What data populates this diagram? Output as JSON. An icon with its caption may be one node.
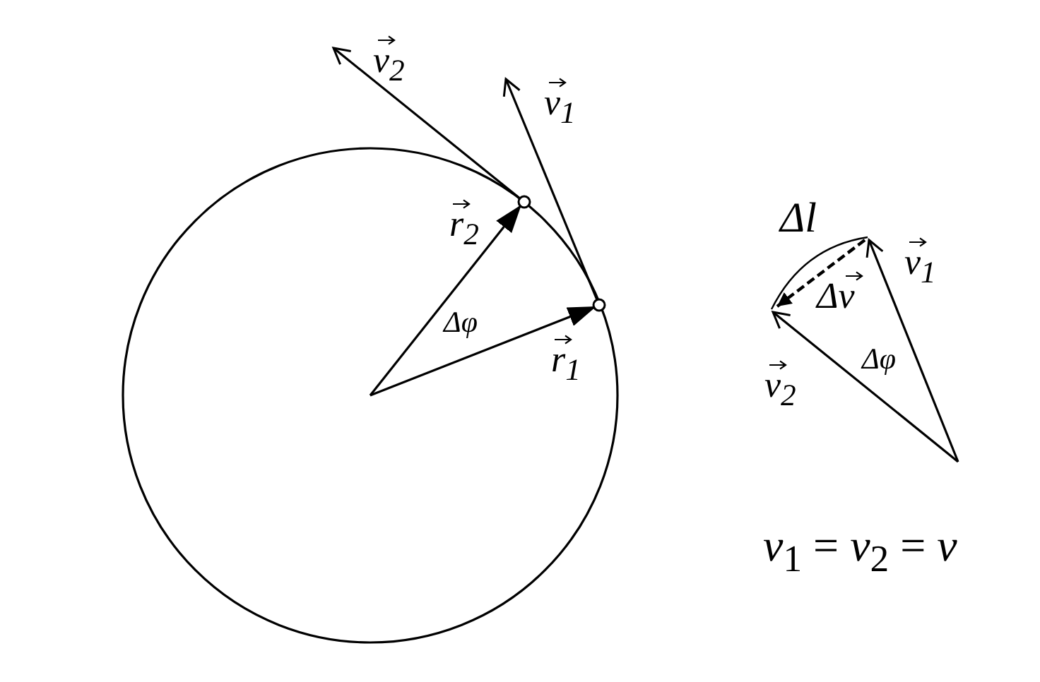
{
  "diagram": {
    "labels": [
      "v$_{2}$",
      "v$_{1}$",
      "r$_{2}$",
      "Δφ",
      "r$_{1}$",
      "Δl",
      "v$_{1}$",
      "Δv",
      "v$_{2}$",
      "Δφ",
      "*v*$_{1}$ = *v*$_{2}$ = *v*"
    ]
  }
}
